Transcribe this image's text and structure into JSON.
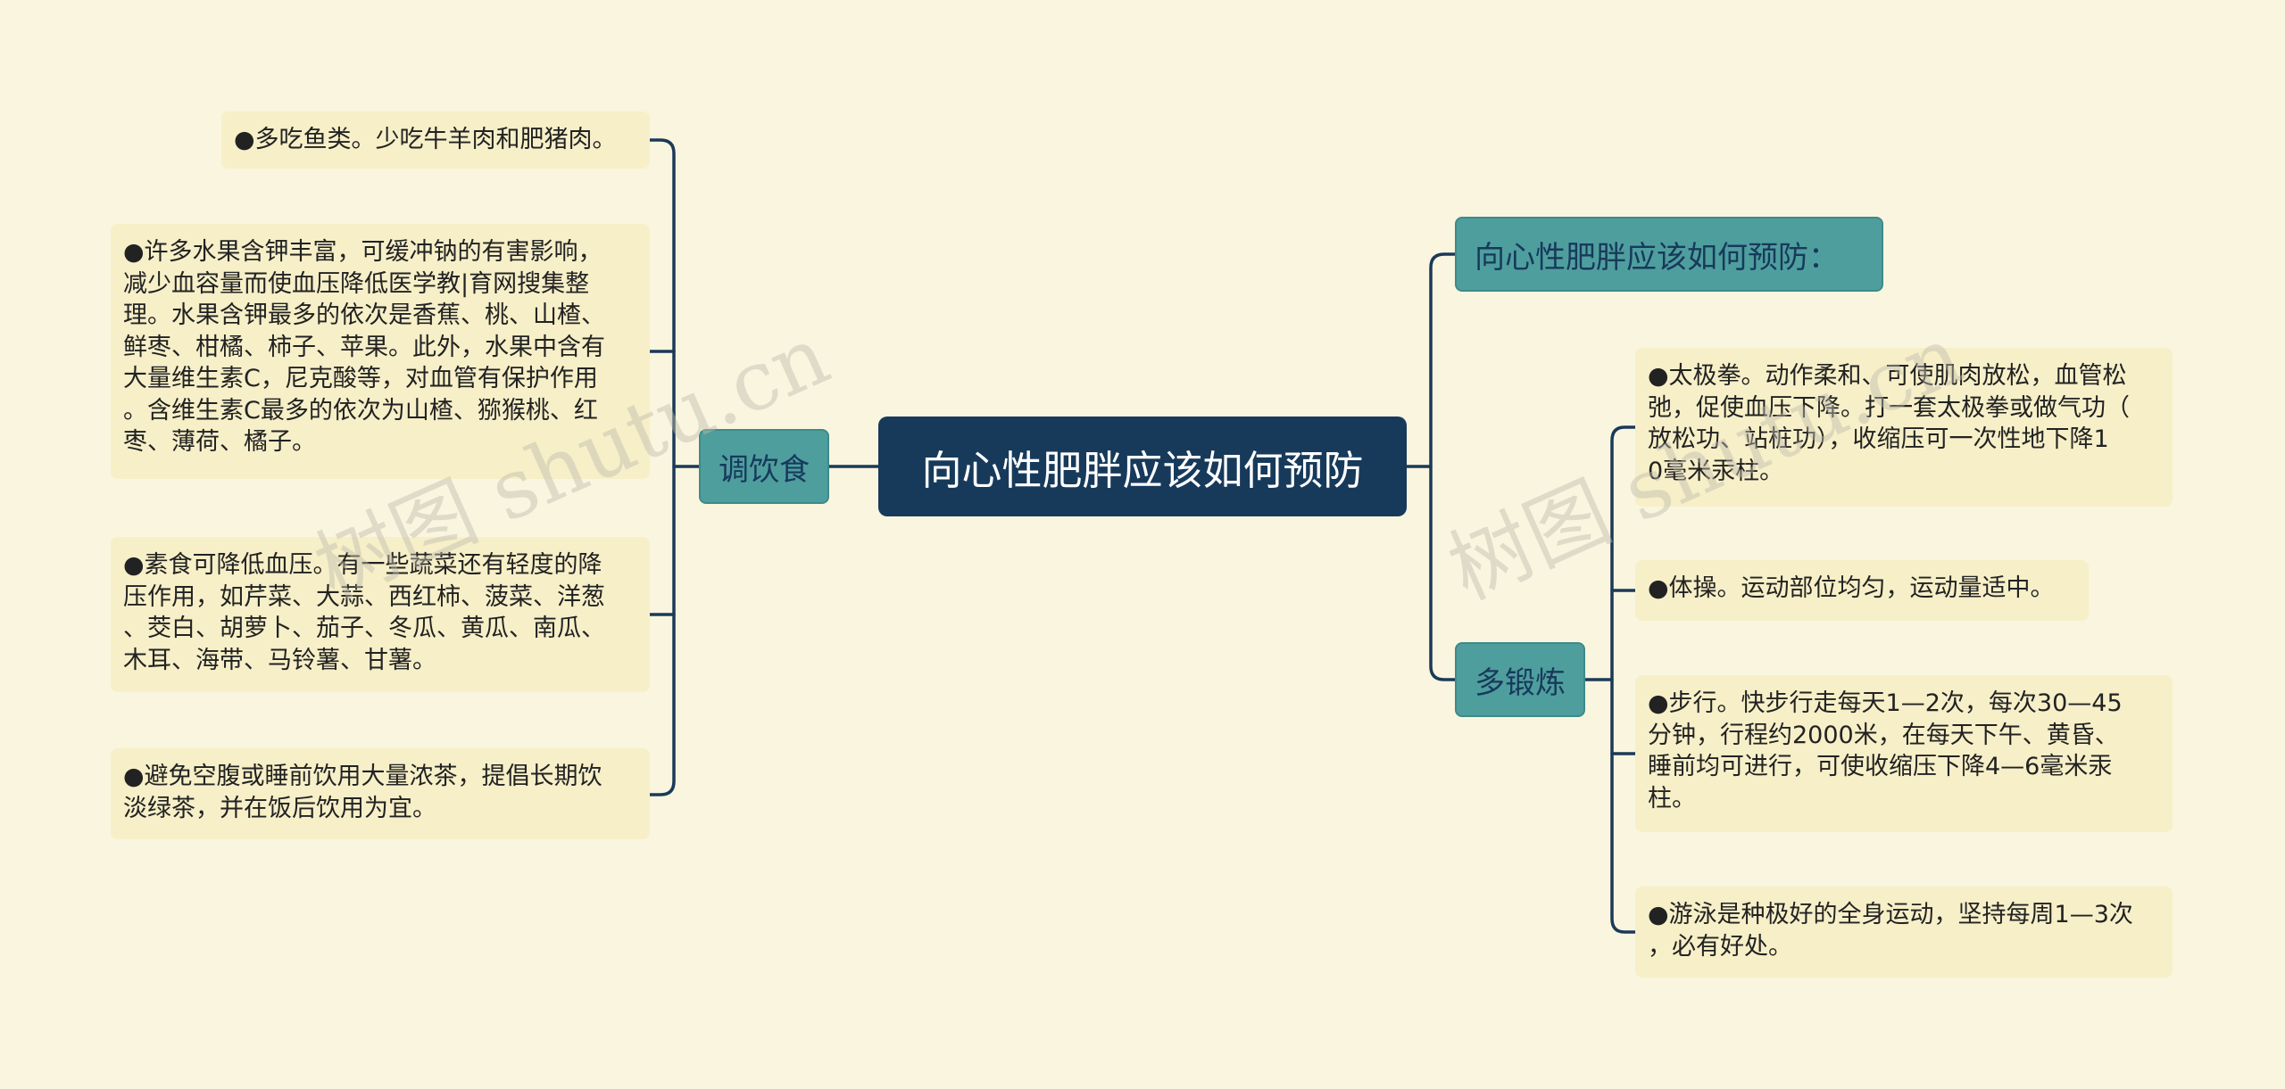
{
  "root": {
    "title": "向心性肥胖应该如何预防"
  },
  "branches": {
    "diet": {
      "label": "调饮食"
    },
    "intro": {
      "label": "向心性肥胖应该如何预防："
    },
    "exercise": {
      "label": "多锻炼"
    }
  },
  "diet_items": [
    "●多吃鱼类。少吃牛羊肉和肥猪肉。",
    "●许多水果含钾丰富，可缓冲钠的有害影响，\n减少血容量而使血压降低医学教|育网搜集整\n理。水果含钾最多的依次是香蕉、桃、山楂、\n鲜枣、柑橘、柿子、苹果。此外，水果中含有\n大量维生素C，尼克酸等，对血管有保护作用\n。含维生素C最多的依次为山楂、猕猴桃、红\n枣、薄荷、橘子。",
    "●素食可降低血压。有一些蔬菜还有轻度的降\n压作用，如芹菜、大蒜、西红柿、菠菜、洋葱\n、茭白、胡萝卜、茄子、冬瓜、黄瓜、南瓜、\n木耳、海带、马铃薯、甘薯。",
    "●避免空腹或睡前饮用大量浓茶，提倡长期饮\n淡绿茶，并在饭后饮用为宜。"
  ],
  "exercise_items": [
    "●太极拳。动作柔和、可使肌肉放松，血管松\n弛，促使血压下降。打一套太极拳或做气功（\n放松功、站桩功），收缩压可一次性地下降1\n0毫米汞柱。",
    "●体操。运动部位均匀，运动量适中。",
    "●步行。快步行走每天1—2次，每次30—45\n分钟，行程约2000米，在每天下午、黄昏、\n睡前均可进行，可使收缩压下降4—6毫米汞\n柱。",
    "●游泳是种极好的全身运动，坚持每周1—3次\n，必有好处。"
  ],
  "watermark": "树图 shutu.cn",
  "colors": {
    "background": "#faf5df",
    "root": "#173a5b",
    "branch": "#4f9e9e",
    "leaf": "#f6efc8",
    "connector": "#1b3a58"
  }
}
